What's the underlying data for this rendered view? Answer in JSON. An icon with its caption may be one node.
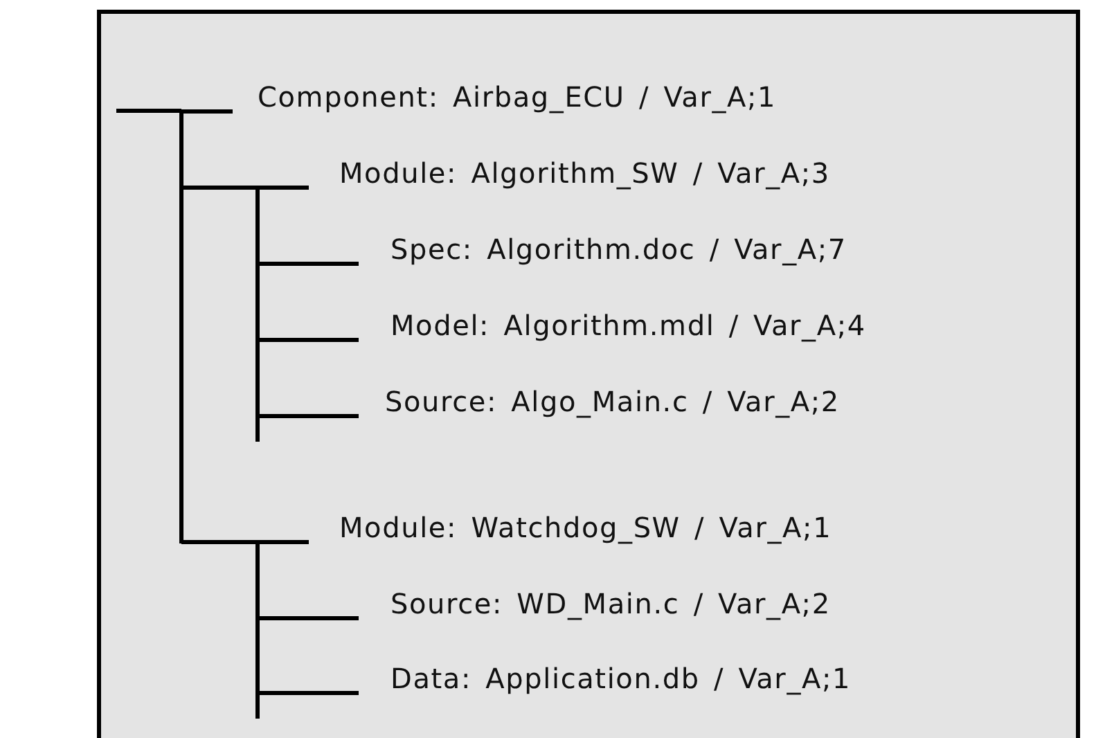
{
  "diagram": {
    "nodes": [
      {
        "text": [
          "Component: Airbag_ECU / Var_A;1"
        ]
      },
      {
        "text": [
          "Module: Algorithm_SW / Var_A;3"
        ]
      },
      {
        "text": [
          "Spec: Algorithm.doc / Var_A;7"
        ]
      },
      {
        "text": [
          "Model: Algorithm.mdl / Var_A;4"
        ]
      },
      {
        "text": [
          "Source: Algo_Main.c / Var_A;2"
        ]
      },
      {
        "text": [
          "Module: Watchdog_SW / Var_A;1"
        ]
      },
      {
        "text": [
          "Source: WD_Main.c / Var_A;2"
        ]
      },
      {
        "text": [
          "Data: Application.db / Var_A;1"
        ]
      }
    ],
    "edges": [
      {
        "from": null,
        "to": 0,
        "arrow": "none"
      },
      {
        "from": 0,
        "to": 1,
        "arrow": "none"
      },
      {
        "from": 1,
        "to": 2,
        "arrow": "none"
      },
      {
        "from": 1,
        "to": 3,
        "arrow": "none"
      },
      {
        "from": 1,
        "to": 4,
        "arrow": "none"
      },
      {
        "from": 0,
        "to": 5,
        "arrow": "none"
      },
      {
        "from": 5,
        "to": 6,
        "arrow": "none"
      },
      {
        "from": 5,
        "to": 7,
        "arrow": "none"
      }
    ]
  }
}
